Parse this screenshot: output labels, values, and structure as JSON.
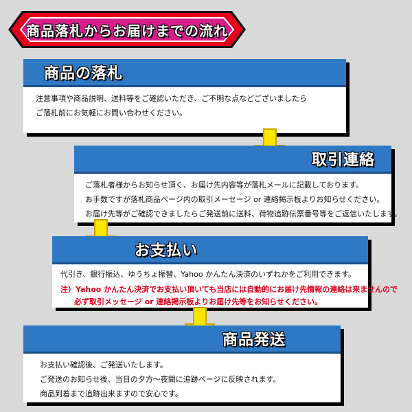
{
  "banner": {
    "title": "商品落札からお届けまでの流れ"
  },
  "sections": [
    {
      "title": "商品の落札",
      "lines": [
        "注意事項や商品説明、送料等をご確認いただき、ご不明な点などございましたら",
        "ご落札前にお気軽にお問い合わせください。"
      ]
    },
    {
      "title": "取引連絡",
      "lines": [
        "ご落札者様からお知らせ頂く、お届け先内容等が落札メールに記載しております。",
        "お手数ですが落札商品ページ内の取引メーセージ or 連絡掲示板よりお知らせください。",
        "お届け先等がご確認できましたらご発送前に送料、荷物追跡伝票番号等をご返信いたします。"
      ]
    },
    {
      "title": "お支払い",
      "lines": [
        "代引き、銀行振込、ゆうちょ振替、Yahoo かんたん決済のいずれかをご利用できます。"
      ],
      "note_lines": [
        "注）Yahoo かんたん決済でお支払い頂いても当店には自動的にお届け先情報の連絡は来ませんので",
        "必ず取引メッセージ or 連絡掲示板よりお届け先等をお知らせください。"
      ]
    },
    {
      "title": "商品発送",
      "lines": [
        "お支払い確認後、ご発送いたします。",
        "ご発送のお知らせ後、当日の夕方～夜間に追跡ページに反映されます。",
        "商品到着まで追跡出来ますので安心です。"
      ]
    }
  ],
  "colors": {
    "banner_outer": "#e3001b",
    "banner_inner": "#d81e8a",
    "header_blue": "#2f78c4",
    "arrow_yellow": "#ffe600",
    "note_red": "#e0001a"
  },
  "icons": [
    "down-arrow-icon"
  ]
}
